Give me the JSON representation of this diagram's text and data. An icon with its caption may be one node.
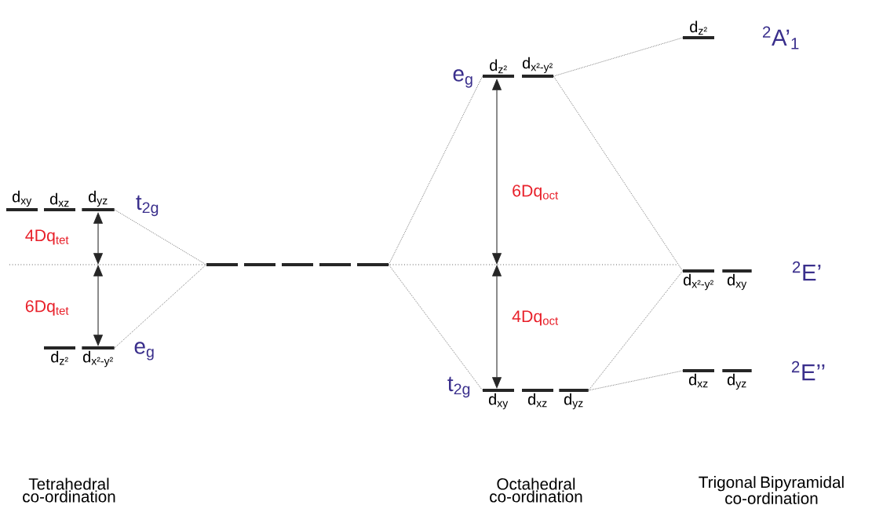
{
  "diagram": {
    "nodes": [
      {
        "text": [
          "d$_{xy}$"
        ]
      },
      {
        "text": [
          "d$_{xz}$"
        ]
      },
      {
        "text": [
          "d$_{yz}$"
        ]
      },
      {
        "text": [
          "d$_{z²}$"
        ]
      },
      {
        "text": [
          "d$_{x²-y²}$"
        ]
      },
      {
        "text": [],
        "shape": "bar"
      },
      {
        "text": [],
        "shape": "bar"
      },
      {
        "text": [],
        "shape": "bar"
      },
      {
        "text": [],
        "shape": "bar"
      },
      {
        "text": [],
        "shape": "bar"
      },
      {
        "text": [
          "d$_{z²}$"
        ]
      },
      {
        "text": [
          "d$_{x²-y²}$"
        ]
      },
      {
        "text": [
          "d$_{xy}$"
        ]
      },
      {
        "text": [
          "d$_{xz}$"
        ]
      },
      {
        "text": [
          "d$_{yz}$"
        ]
      },
      {
        "text": [
          "d$_{z²}$"
        ]
      },
      {
        "text": [
          "d$_{x²-y²}$"
        ]
      },
      {
        "text": [
          "d$_{xy}$"
        ]
      },
      {
        "text": [
          "d$_{xz}$"
        ]
      },
      {
        "text": [
          "d$_{yz}$"
        ]
      }
    ],
    "edges": [
      {
        "from": 2,
        "to": 5,
        "arrow": "none",
        "style": "dashed"
      },
      {
        "from": 4,
        "to": 5,
        "arrow": "none",
        "style": "dashed"
      },
      {
        "from": 9,
        "to": 10,
        "arrow": "none",
        "style": "dashed"
      },
      {
        "from": 9,
        "to": 12,
        "arrow": "none",
        "style": "dashed"
      },
      {
        "from": 11,
        "to": 15,
        "arrow": "none",
        "style": "dashed"
      },
      {
        "from": 11,
        "to": 16,
        "arrow": "none",
        "style": "dashed"
      },
      {
        "from": 14,
        "to": 16,
        "arrow": "none",
        "style": "dashed"
      },
      {
        "from": 14,
        "to": 18,
        "arrow": "none",
        "style": "dashed"
      }
    ],
    "labels": [
      "t$_{2g}$",
      "4Dq$_{tet}$",
      "6Dq$_{tet}$",
      "e$_{g}$",
      "$^{2}$A’$_{1}$",
      "e$_{g}$",
      "6Dq$_{oct}$",
      "$^{2}$E’",
      "4Dq$_{oct}$",
      "t$_{2g}$",
      "$^{2}$E’’",
      "Tetrahedral co-ordination",
      "Octahedral co-ordination",
      "Trigonal Bipyramidal co-ordination"
    ]
  }
}
